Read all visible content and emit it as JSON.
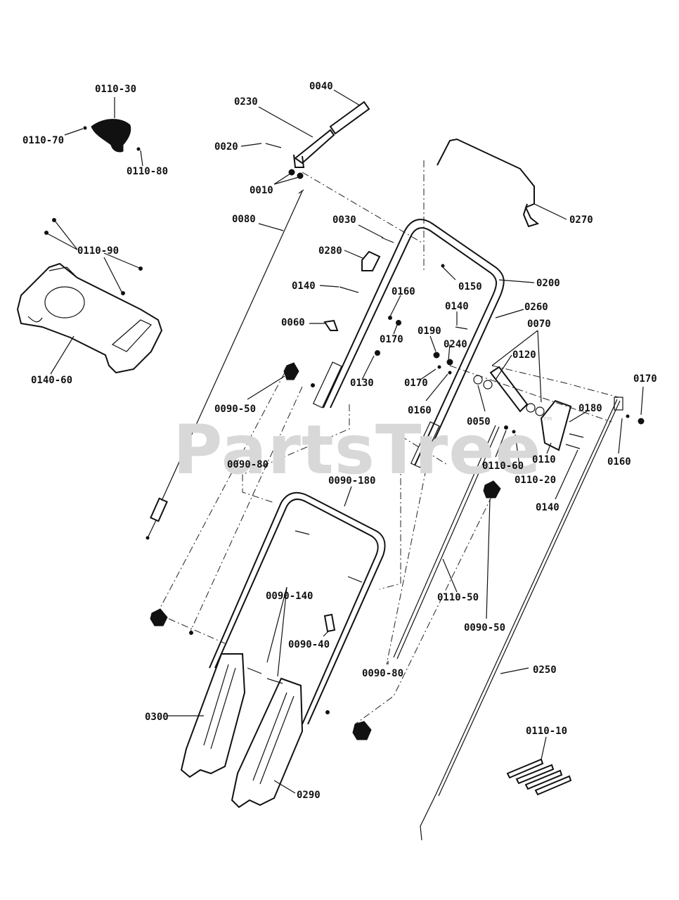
{
  "watermark": {
    "text": "PartsTree",
    "tm": "™"
  },
  "labels": {
    "p0110_30": "0110-30",
    "p0110_70": "0110-70",
    "p0110_80": "0110-80",
    "p0040": "0040",
    "p0230": "0230",
    "p0020": "0020",
    "p0010": "0010",
    "p0080": "0080",
    "p0110_90": "0110-90",
    "p0140_60": "0140-60",
    "p0270": "0270",
    "p0030": "0030",
    "p0280": "0280",
    "p0150": "0150",
    "p0200": "0200",
    "p0140_a": "0140",
    "p0160_a": "0160",
    "p0140_b": "0140",
    "p0260": "0260",
    "p0070": "0070",
    "p0060": "0060",
    "p0170_a": "0170",
    "p0190": "0190",
    "p0240": "0240",
    "p0120": "0120",
    "p0130": "0130",
    "p0170_b": "0170",
    "p0170_c": "0170",
    "p0160_b": "0160",
    "p0180": "0180",
    "p0050": "0050",
    "p0090_50_a": "0090-50",
    "p0110": "0110",
    "p0160_c": "0160",
    "p0110_60": "0110-60",
    "p0090_80_a": "0090-80",
    "p0110_20": "0110-20",
    "p0090_180": "0090-180",
    "p0140_c": "0140",
    "p0090_140": "0090-140",
    "p0110_50": "0110-50",
    "p0090_50_b": "0090-50",
    "p0090_40": "0090-40",
    "p0250": "0250",
    "p0090_80_b": "0090-80",
    "p0300": "0300",
    "p0110_10": "0110-10",
    "p0290": "0290"
  }
}
